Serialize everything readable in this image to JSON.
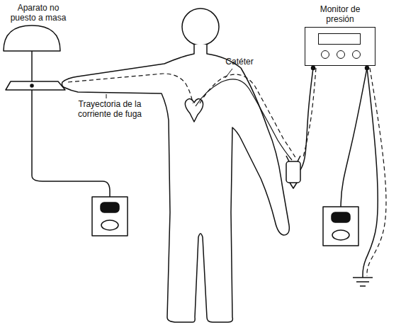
{
  "diagram": {
    "nodes": [
      {
        "text": [
          "Monitor de presión"
        ]
      }
    ],
    "labels": [
      "Aparato no puesto a masa",
      "Trayectoria de la corriente de fuga",
      "Catéter"
    ]
  }
}
